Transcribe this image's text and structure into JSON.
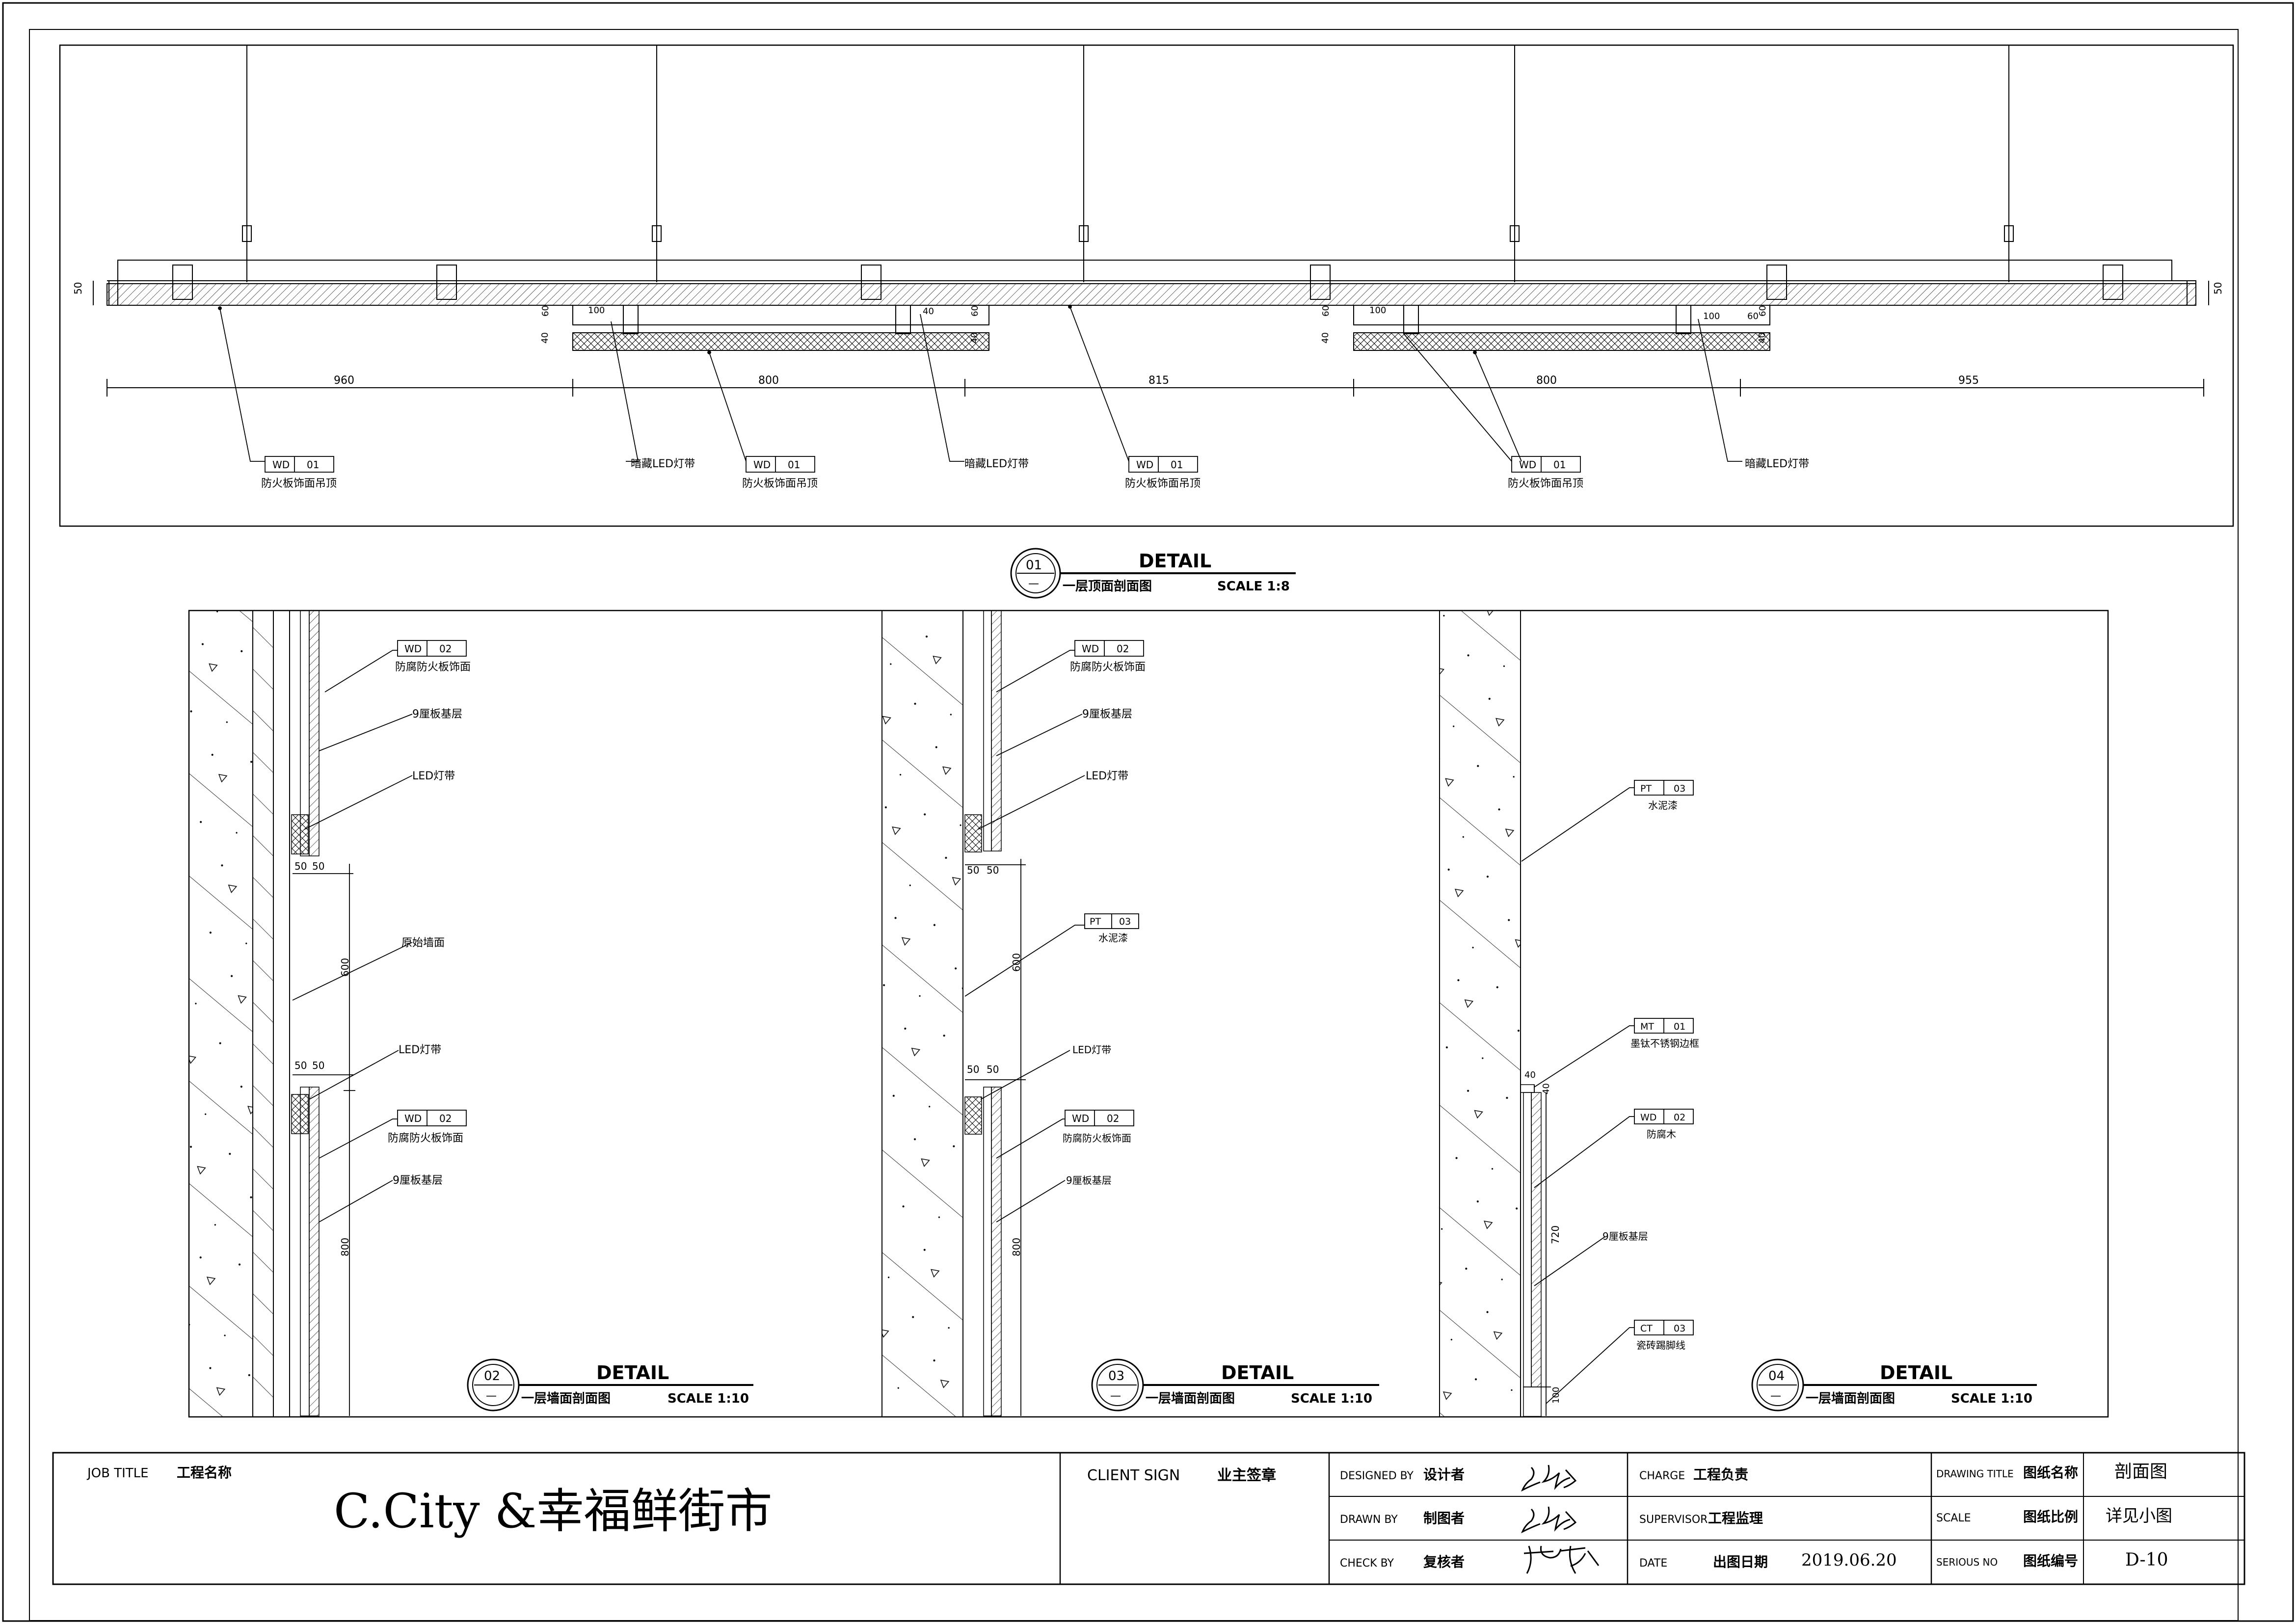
{
  "section_01": {
    "dims": [
      "960",
      "800",
      "815",
      "800",
      "955"
    ],
    "dim_50_left": "50",
    "dim_50_right": "50",
    "small_dims": [
      "100",
      "60",
      "40",
      "60",
      "40",
      "60",
      "40",
      "100",
      "60",
      "40",
      "40",
      "100",
      "60"
    ],
    "tags": [
      {
        "code": "WD",
        "num": "01",
        "label": "防火板饰面吊顶"
      },
      {
        "code": "WD",
        "num": "01",
        "label": "防火板饰面吊顶"
      },
      {
        "code": "WD",
        "num": "01",
        "label": "防火板饰面吊顶"
      },
      {
        "code": "WD",
        "num": "01",
        "label": "防火板饰面吊顶"
      }
    ],
    "led_labels": [
      "暗藏LED灯带",
      "暗藏LED灯带",
      "暗藏LED灯带"
    ],
    "title": {
      "num": "01",
      "sub": "—",
      "word": "DETAIL",
      "name": "一层顶面剖面图",
      "scale": "SCALE 1:8"
    }
  },
  "section_02": {
    "tag_top": {
      "code": "WD",
      "num": "02",
      "label": "防腐防火板饰面"
    },
    "layer_top": "9厘板基层",
    "led_top": "LED灯带",
    "dims_top": [
      "50",
      "50"
    ],
    "wall": "原始墙面",
    "dim_600": "600",
    "led_bottom": "LED灯带",
    "dims_bottom": [
      "50",
      "50"
    ],
    "tag_bottom": {
      "code": "WD",
      "num": "02",
      "label": "防腐防火板饰面"
    },
    "layer_bottom": "9厘板基层",
    "dim_800": "800",
    "title": {
      "num": "02",
      "sub": "—",
      "word": "DETAIL",
      "name": "一层墙面剖面图",
      "scale": "SCALE 1:10"
    }
  },
  "section_03": {
    "tag_top": {
      "code": "WD",
      "num": "02",
      "label": "防腐防火板饰面"
    },
    "layer_top": "9厘板基层",
    "led_top": "LED灯带",
    "dims_top": [
      "50",
      "50"
    ],
    "tag_paint": {
      "code": "PT",
      "num": "03",
      "label": "水泥漆"
    },
    "dim_600": "600",
    "led_bottom": "LED灯带",
    "dims_bottom": [
      "50",
      "50"
    ],
    "tag_bottom": {
      "code": "WD",
      "num": "02",
      "label": "防腐防火板饰面"
    },
    "layer_bottom": "9厘板基层",
    "dim_800": "800",
    "title": {
      "num": "03",
      "sub": "—",
      "word": "DETAIL",
      "name": "一层墙面剖面图",
      "scale": "SCALE 1:10"
    }
  },
  "section_04": {
    "tag_paint": {
      "code": "PT",
      "num": "03",
      "label": "水泥漆"
    },
    "tag_metal": {
      "code": "MT",
      "num": "01",
      "label": "墨钛不锈钢边框"
    },
    "dim_40a": "40",
    "dim_40b": "40",
    "tag_wood": {
      "code": "WD",
      "num": "02",
      "label": "防腐木"
    },
    "layer": "9厘板基层",
    "dim_720": "720",
    "tag_tile": {
      "code": "CT",
      "num": "03",
      "label": "瓷砖踢脚线"
    },
    "dim_100": "100",
    "title": {
      "num": "04",
      "sub": "—",
      "word": "DETAIL",
      "name": "一层墙面剖面图",
      "scale": "SCALE 1:10"
    }
  },
  "title_block": {
    "job_title_en": "JOB TITLE",
    "job_title_cn": "工程名称",
    "project": "C.City &幸福鲜街市",
    "client_en": "CLIENT SIGN",
    "client_cn": "业主签章",
    "designed_en": "DESIGNED BY",
    "designed_cn": "设计者",
    "drawn_en": "DRAWN BY",
    "drawn_cn": "制图者",
    "check_en": "CHECK BY",
    "check_cn": "复核者",
    "charge_en": "CHARGE",
    "charge_cn": "工程负责",
    "supervisor_en": "SUPERVISOR",
    "supervisor_cn": "工程监理",
    "date_en": "DATE",
    "date_cn": "出图日期",
    "date_value": "2019.06.20",
    "drawing_title_en": "DRAWING TITLE",
    "drawing_title_cn": "图纸名称",
    "drawing_title_value": "剖面图",
    "scale_en": "SCALE",
    "scale_cn": "图纸比例",
    "scale_value": "详见小图",
    "serious_en": "SERIOUS NO",
    "serious_cn": "图纸编号",
    "serious_value": "D-10"
  }
}
